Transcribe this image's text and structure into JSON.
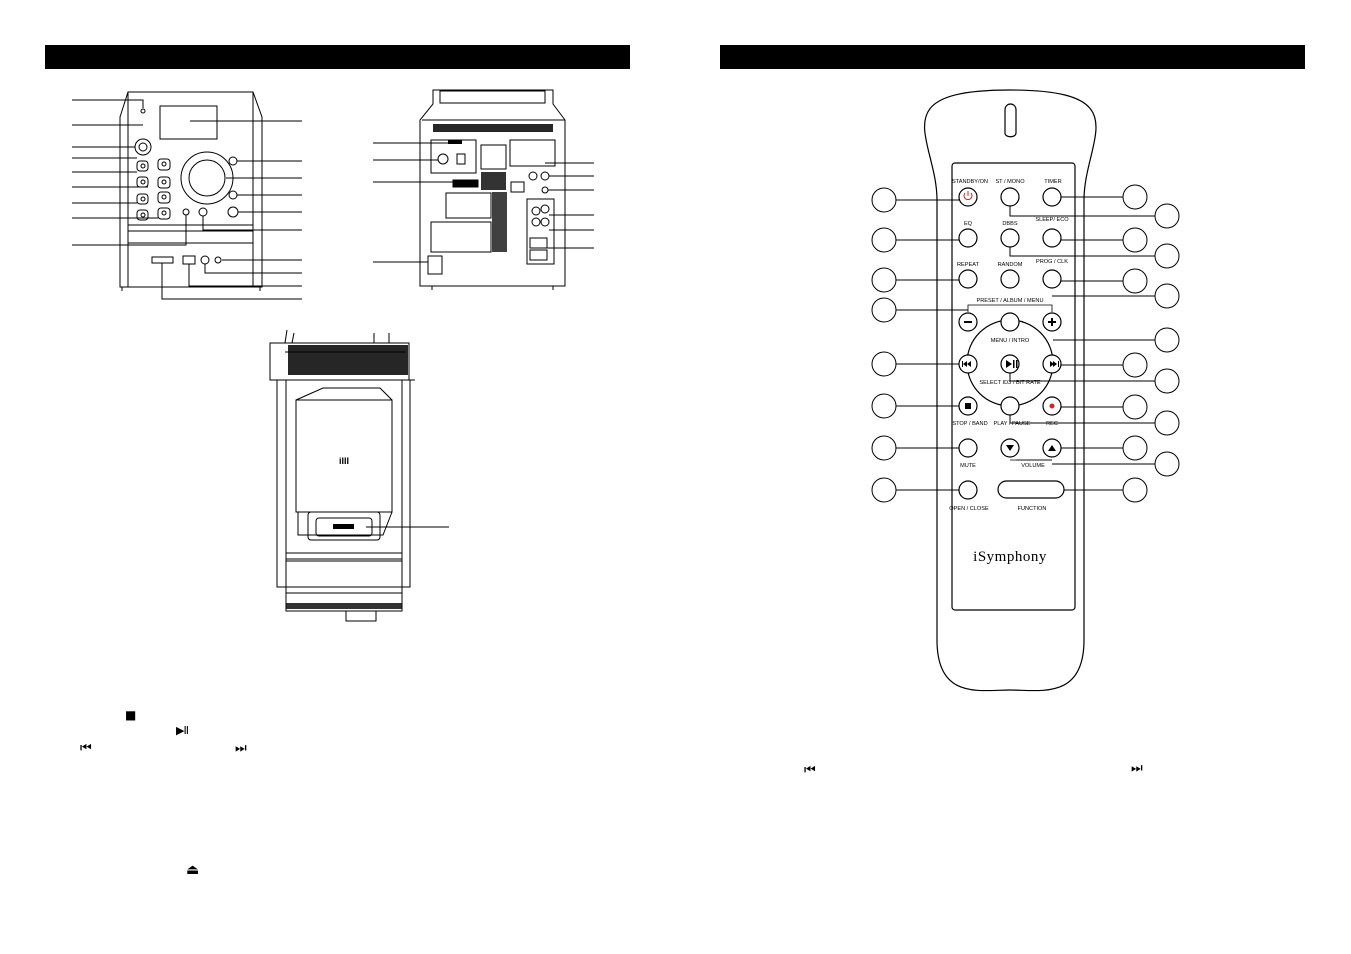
{
  "page": {
    "left_header_text": "",
    "right_header_text": ""
  },
  "symbols": {
    "stop": "■",
    "play_pause": "▶II",
    "prev": "⏮",
    "next": "⏭",
    "eject": "⏏"
  },
  "remote": {
    "brand": "iSymphony",
    "labels": {
      "standby": "STANDBY/ON",
      "st_mono": "ST / MONO",
      "timer": "TIMER",
      "eq": "EQ",
      "dbbs": "DBBS",
      "sleep_eco": "SLEEP/ ECO",
      "repeat": "REPEAT",
      "random": "RANDOM",
      "prog_clk": "PROG / CLK",
      "preset_album_menu": "PRESET / ALBUM / MENU",
      "menu_intro": "MENU / INTRO",
      "select_id3": "SELECT ID3 / BIT RATE",
      "stop_band": "STOP / BAND",
      "play_pause": "PLAY / PAUSE",
      "rec": "REC",
      "mute": "MUTE",
      "volume": "VOLUME",
      "open_close": "OPEN / CLOSE",
      "function": "FUNCTION"
    }
  },
  "device": {
    "dock_label": "iIII"
  },
  "colors": {
    "standby_power": "#e02020",
    "rec_dot": "#e02020"
  },
  "icons": {
    "stop": "stop-icon",
    "play_pause": "play-pause-icon",
    "prev": "previous-track-icon",
    "next": "next-track-icon",
    "eject": "eject-icon"
  }
}
